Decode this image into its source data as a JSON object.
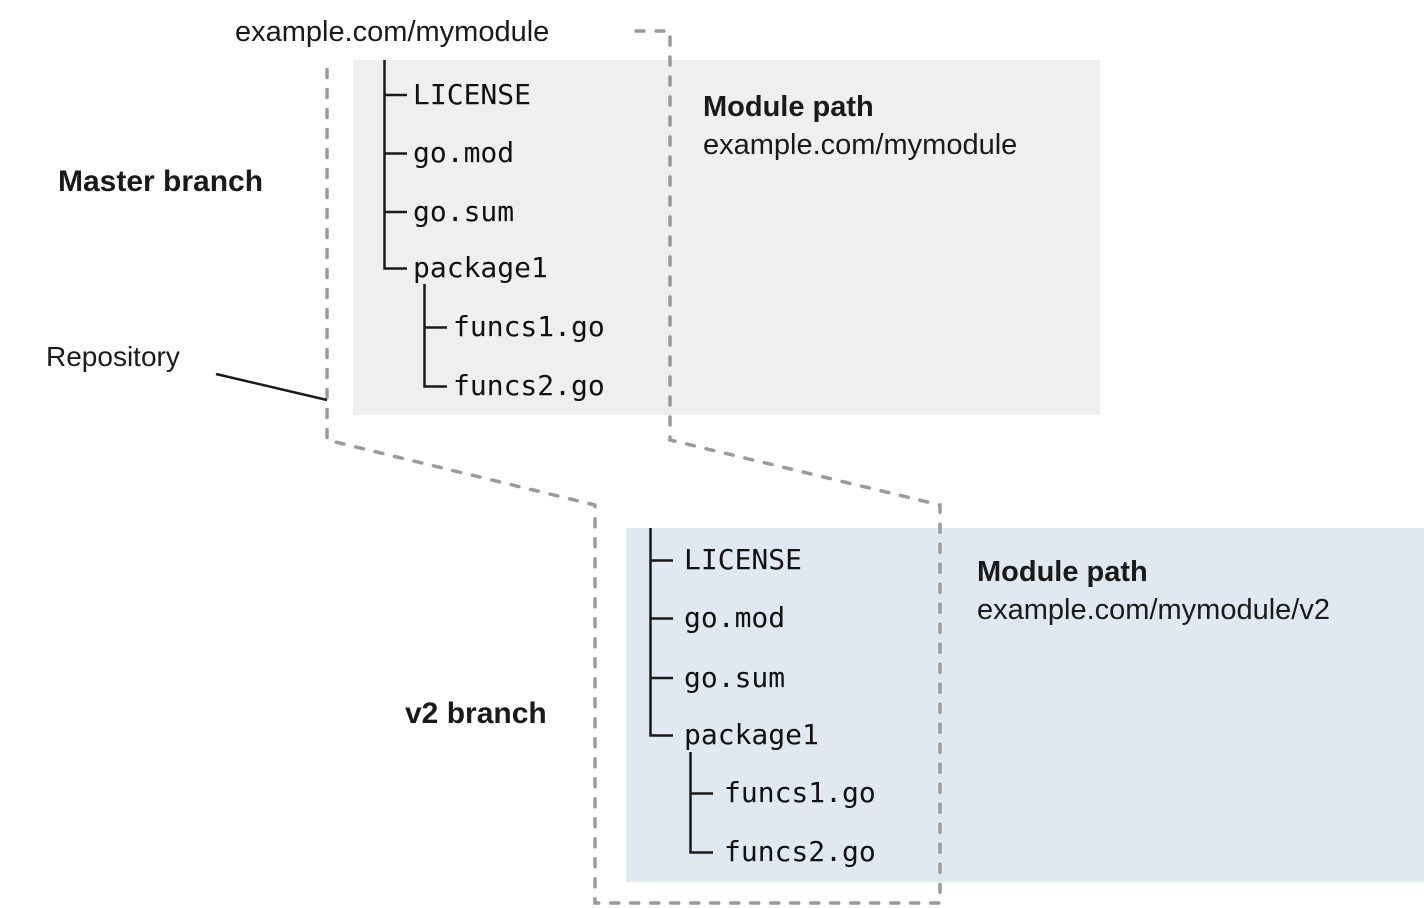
{
  "diagram": {
    "title_url": "example.com/mymodule",
    "repository_label": "Repository"
  },
  "master_branch": {
    "label": "Master branch",
    "module_path": {
      "title": "Module path",
      "value": "example.com/mymodule"
    },
    "tree": {
      "items": [
        {
          "label": "LICENSE",
          "level": 1
        },
        {
          "label": "go.mod",
          "level": 1
        },
        {
          "label": "go.sum",
          "level": 1
        },
        {
          "label": "package1",
          "level": 1
        },
        {
          "label": "funcs1.go",
          "level": 2
        },
        {
          "label": "funcs2.go",
          "level": 2
        }
      ]
    }
  },
  "v2_branch": {
    "label": "v2 branch",
    "module_path": {
      "title": "Module path",
      "value": "example.com/mymodule/v2"
    },
    "tree": {
      "items": [
        {
          "label": "LICENSE",
          "level": 1
        },
        {
          "label": "go.mod",
          "level": 1
        },
        {
          "label": "go.sum",
          "level": 1
        },
        {
          "label": "package1",
          "level": 1
        },
        {
          "label": "funcs1.go",
          "level": 2
        },
        {
          "label": "funcs2.go",
          "level": 2
        }
      ]
    }
  },
  "colors": {
    "master_box_bg": "#efefef",
    "v2_box_bg": "#e0e9f2",
    "repository_dash": "#9a9a9a",
    "tree_line": "#1a1a1a",
    "text": "#1a1a1a"
  }
}
